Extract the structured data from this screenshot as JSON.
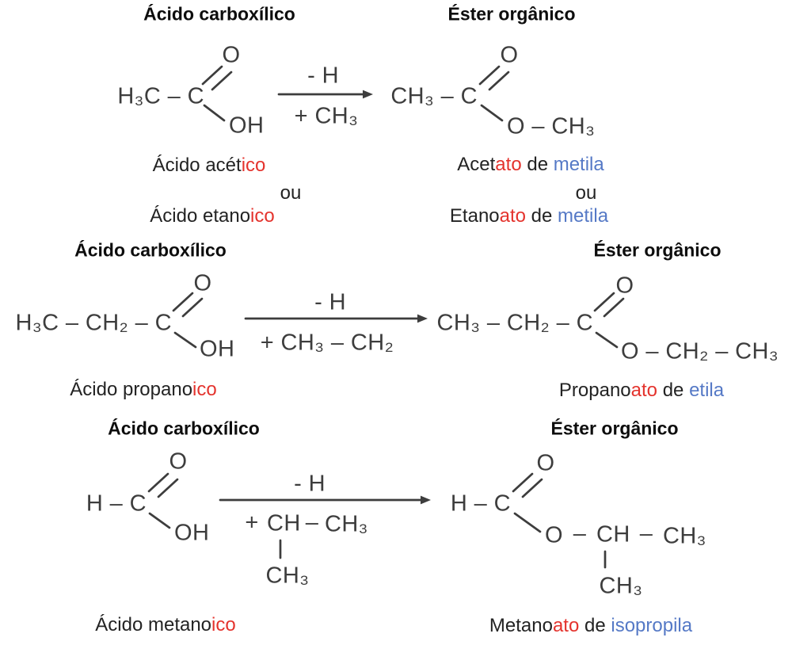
{
  "page": {
    "background": "#ffffff"
  },
  "colors": {
    "text": "#232323",
    "formula": "#3d3d3d",
    "suffix_red": "#e4332d",
    "radical_blue": "#5579c6"
  },
  "reactions": [
    {
      "acid_title": "Ácido carboxílico",
      "ester_title": "Éster orgânico",
      "arrow": {
        "top": "- H",
        "bottom": "+ CH₃"
      },
      "acid": {
        "main": "H₃C – C",
        "o": "O",
        "oh": "OH"
      },
      "ester": {
        "main": "CH₃ – C",
        "o": "O",
        "chain": "O – CH₃"
      },
      "acid_names": {
        "name1": {
          "base": "Ácido acét",
          "suffix": "ico"
        },
        "or": "ou",
        "name2": {
          "base": "Ácido etano",
          "suffix": "ico"
        }
      },
      "ester_names": {
        "name1": {
          "base": "Acet",
          "suffix": "ato",
          "de": " de ",
          "radical": "metila"
        },
        "or": "ou",
        "name2": {
          "base": "Etano",
          "suffix": "ato",
          "de": " de ",
          "radical": "metila"
        }
      }
    },
    {
      "acid_title": "Ácido carboxílico",
      "ester_title": "Éster orgânico",
      "arrow": {
        "top": "- H",
        "bottom": "+ CH₃ – CH₂"
      },
      "acid": {
        "main": "H₃C – CH₂ – C",
        "o": "O",
        "oh": "OH"
      },
      "ester": {
        "main": "CH₃ – CH₂ – C",
        "o": "O",
        "chain": "O – CH₂ – CH₃"
      },
      "acid_names": {
        "name1": {
          "base": "Ácido propano",
          "suffix": "ico"
        }
      },
      "ester_names": {
        "name1": {
          "base": "Propano",
          "suffix": "ato",
          "de": " de ",
          "radical": "etila"
        }
      }
    },
    {
      "acid_title": "Ácido carboxílico",
      "ester_title": "Éster orgânico",
      "arrow": {
        "top": "- H",
        "plus": "+",
        "group1": "CH",
        "dash": "–",
        "group2": "CH₃",
        "below": "CH₃"
      },
      "acid": {
        "main": "H – C",
        "o": "O",
        "oh": "OH"
      },
      "ester": {
        "main": "H – C",
        "o": "O",
        "chain_o": "O",
        "chain_dash1": "–",
        "chain_ch": "CH",
        "chain_dash2": "–",
        "chain_ch3": "CH₃",
        "below": "CH₃"
      },
      "acid_names": {
        "name1": {
          "base": "Ácido metano",
          "suffix": "ico"
        }
      },
      "ester_names": {
        "name1": {
          "base": "Metano",
          "suffix": "ato",
          "de": " de ",
          "radical": "isopropila"
        }
      }
    }
  ]
}
